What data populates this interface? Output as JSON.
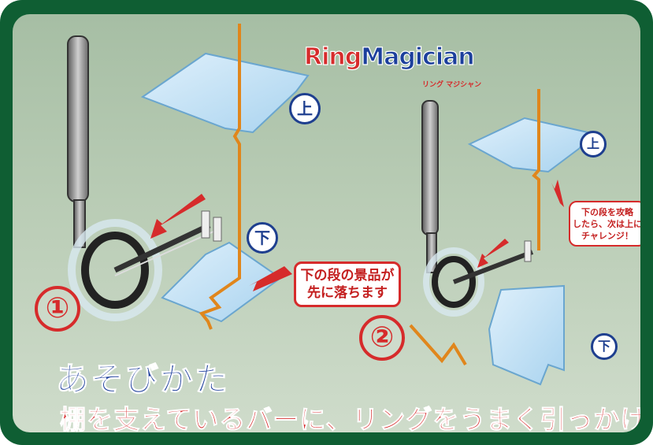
{
  "logo": {
    "part1": "Ring",
    "part2": "Magician",
    "sub": "リング マジシャン"
  },
  "labels": {
    "upper": "上",
    "lower": "下",
    "step1": "①",
    "step2": "②"
  },
  "callouts": {
    "main": "下の段の景品が先に落ちます",
    "main_line1": "下の段の景品が",
    "main_line2": "先に落ちます",
    "challenge_line1": "下の段を攻略",
    "challenge_line2": "したら、次は上に",
    "challenge_line3": "チャレンジ！"
  },
  "instructions": {
    "title": "あそびかた",
    "description": "棚を支えているバーに、リングをうまく引っかけよう!"
  },
  "colors": {
    "frame": "#0f5e33",
    "accent_red": "#d62b2b",
    "accent_blue": "#1e3f9c",
    "bar_orange": "#e0861c"
  }
}
